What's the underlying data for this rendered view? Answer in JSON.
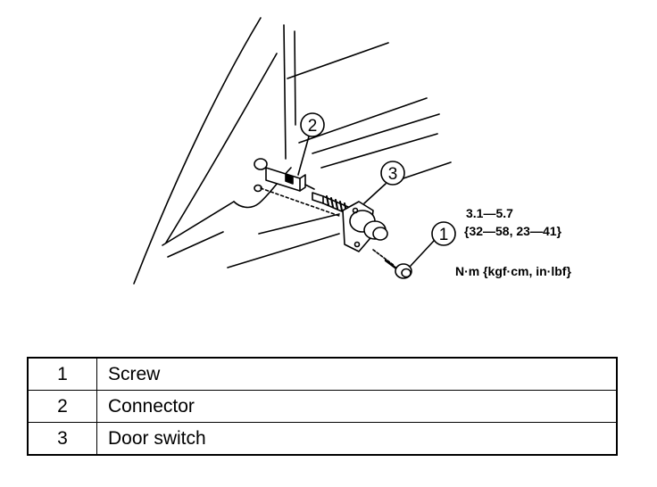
{
  "callouts": {
    "screw": "1",
    "connector": "2",
    "door_switch": "3"
  },
  "torque": {
    "value": "3.1—5.7",
    "alt_values": "{32—58, 23—41}",
    "units": "N·m {kgf·cm, in·lbf}"
  },
  "parts": [
    {
      "num": "1",
      "name": "Screw"
    },
    {
      "num": "2",
      "name": "Connector"
    },
    {
      "num": "3",
      "name": "Door switch"
    }
  ]
}
